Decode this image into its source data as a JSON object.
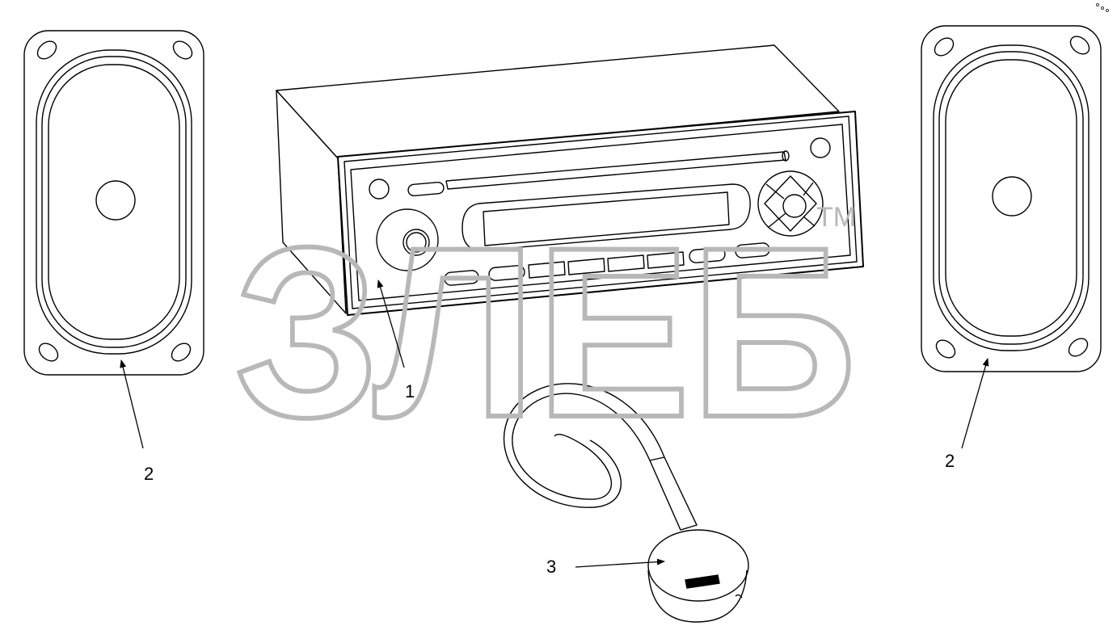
{
  "watermark": {
    "text": "ЗЛЕБ",
    "mark": "TM",
    "color": "#b8b8b8"
  },
  "callouts": [
    {
      "id": "radio",
      "label": "1"
    },
    {
      "id": "speaker-left",
      "label": "2"
    },
    {
      "id": "speaker-right",
      "label": "2"
    },
    {
      "id": "microphone",
      "label": "3"
    }
  ],
  "colors": {
    "line": "#000000",
    "background": "#ffffff"
  }
}
